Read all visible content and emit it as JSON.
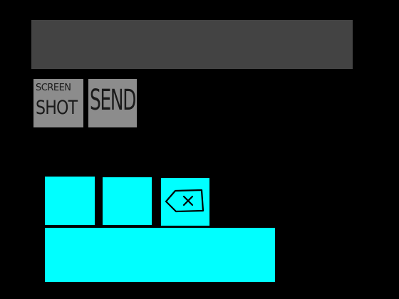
{
  "display": {
    "text": ""
  },
  "toolbar": {
    "screenshot_line1": "SCREEN",
    "screenshot_line2": "SHOT",
    "send_label": "SEND"
  },
  "keypad": {
    "icons": {
      "backspace": "backspace-icon"
    }
  },
  "colors": {
    "background": "#000000",
    "display": "#434343",
    "button_gray": "#8c8c8c",
    "key_cyan": "#00ffff"
  }
}
